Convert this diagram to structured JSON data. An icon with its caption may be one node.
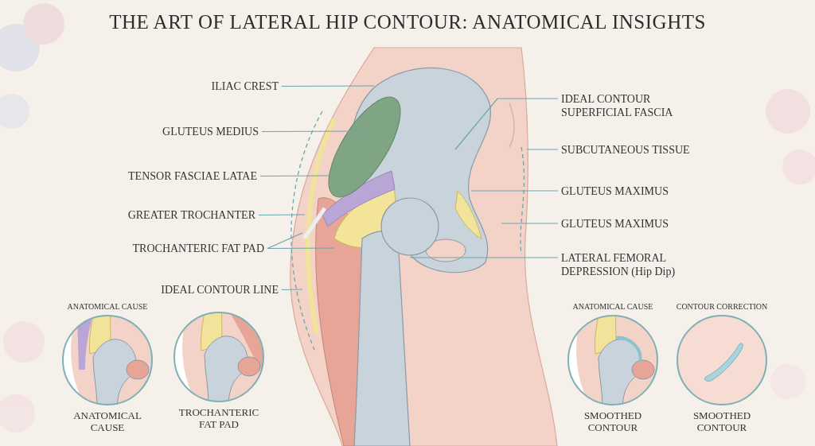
{
  "diagram": {
    "title": "THE ART OF LATERAL HIP CONTOUR: ANATOMICAL INSIGHTS",
    "nodes": [
      {
        "text": [
          "ILIAC CREST"
        ]
      },
      {
        "text": [
          "IDEAL CONTOUR SUPERFICIAL FASCIA"
        ]
      },
      {
        "text": [
          "GLUTEUS MEDIUS"
        ]
      },
      {
        "text": [
          "SUBCUTANEOUS TISSUE"
        ]
      },
      {
        "text": [
          "TENSOR FASCIAE LATAE"
        ]
      },
      {
        "text": [
          "GLUTEUS MAXIMUS"
        ]
      },
      {
        "text": [
          "GREATER TROCHANTER"
        ]
      },
      {
        "text": [
          "GLUTEUS MAXIMUS"
        ]
      },
      {
        "text": [
          "TROCHANTERIC FAT PAD"
        ]
      },
      {
        "text": [
          "LATERAL FEMORAL DEPRESSION (Hip Dip)"
        ]
      },
      {
        "text": [
          "IDEAL CONTOUR LINE"
        ]
      },
      {
        "text": [
          "ANATOMICAL CAUSE",
          "ANATOMICAL CAUSE"
        ]
      },
      {
        "text": [
          "TROCHANTERIC FAT PAD"
        ]
      },
      {
        "text": [
          "ANATOMICAL CAUSE",
          "SMOOTHED CONTOUR"
        ]
      },
      {
        "text": [
          "CONTOUR CORRECTION",
          "SMOOTHED CONTOUR"
        ]
      }
    ],
    "edges": [
      {
        "from": 0,
        "to": null,
        "arrow": "none"
      },
      {
        "from": 1,
        "to": null,
        "arrow": "none"
      },
      {
        "from": 2,
        "to": null,
        "arrow": "none"
      },
      {
        "from": 3,
        "to": null,
        "arrow": "none"
      },
      {
        "from": 4,
        "to": null,
        "arrow": "none"
      },
      {
        "from": 5,
        "to": null,
        "arrow": "none"
      },
      {
        "from": 6,
        "to": null,
        "arrow": "none"
      },
      {
        "from": 7,
        "to": null,
        "arrow": "none"
      },
      {
        "from": 8,
        "to": null,
        "arrow": "none"
      },
      {
        "from": 8,
        "to": null,
        "arrow": "none"
      },
      {
        "from": 9,
        "to": null,
        "arrow": "none"
      },
      {
        "from": 10,
        "to": null,
        "arrow": "none"
      }
    ]
  }
}
